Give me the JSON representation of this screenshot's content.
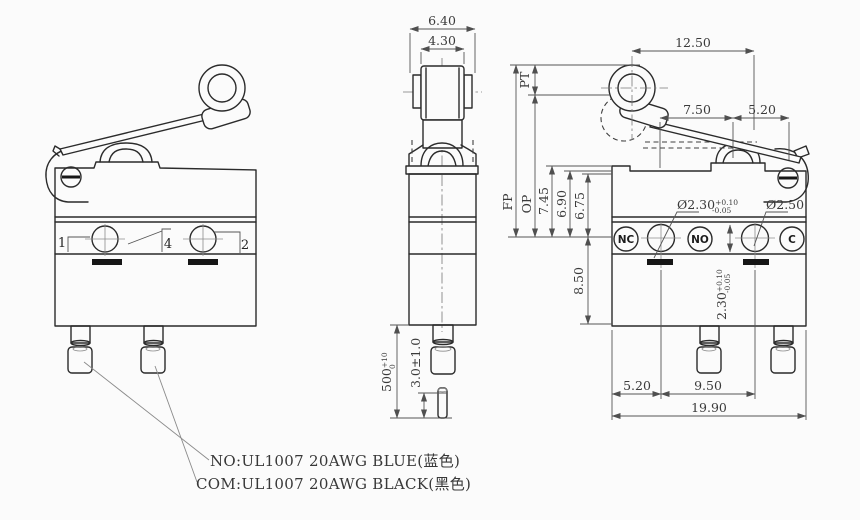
{
  "notes": {
    "no": "NO:UL1007 20AWG BLUE(蓝色)",
    "com": "COM:UL1007 20AWG BLACK(黑色)"
  },
  "terminals": {
    "t1": "1",
    "t4": "4",
    "t2": "2",
    "nc": "NC",
    "no": "NO",
    "c": "C"
  },
  "dims": {
    "d640": "6.40",
    "d430": "4.30",
    "d1250": "12.50",
    "d750": "7.50",
    "d520t": "5.20",
    "pt": "PT",
    "fp": "FP",
    "op": "OP",
    "d745": "7.45",
    "d690": "6.90",
    "d675": "6.75",
    "d850": "8.50",
    "dia230": "Ø2.30",
    "tol_p": "+0.10",
    "tol_m": "-0.05",
    "dia250": "Ø2.50",
    "v230": "2.30",
    "d520b": "5.20",
    "d950": "9.50",
    "d1990": "19.90",
    "d500": "500",
    "d500tp": "+10",
    "d500tm": "0",
    "d30": "3.0±1.0"
  },
  "colors": {
    "background": "#fbfbfb",
    "line": "#2b2b2b",
    "dimension": "#555555"
  }
}
